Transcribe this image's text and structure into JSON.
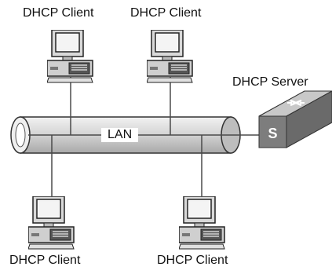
{
  "labels": {
    "client_top_left": "DHCP Client",
    "client_top_right": "DHCP Client",
    "server": "DHCP Server",
    "lan": "LAN",
    "client_bottom_left": "DHCP Client",
    "client_bottom_right": "DHCP Client"
  },
  "icons": {
    "computer": "computer-icon",
    "switch": "switch-icon"
  },
  "colors": {
    "line": "#4a4a4a",
    "switch_top": "#bdbdbd",
    "switch_front": "#7a7a7a",
    "pipe_fill": "#d9d9d9"
  }
}
